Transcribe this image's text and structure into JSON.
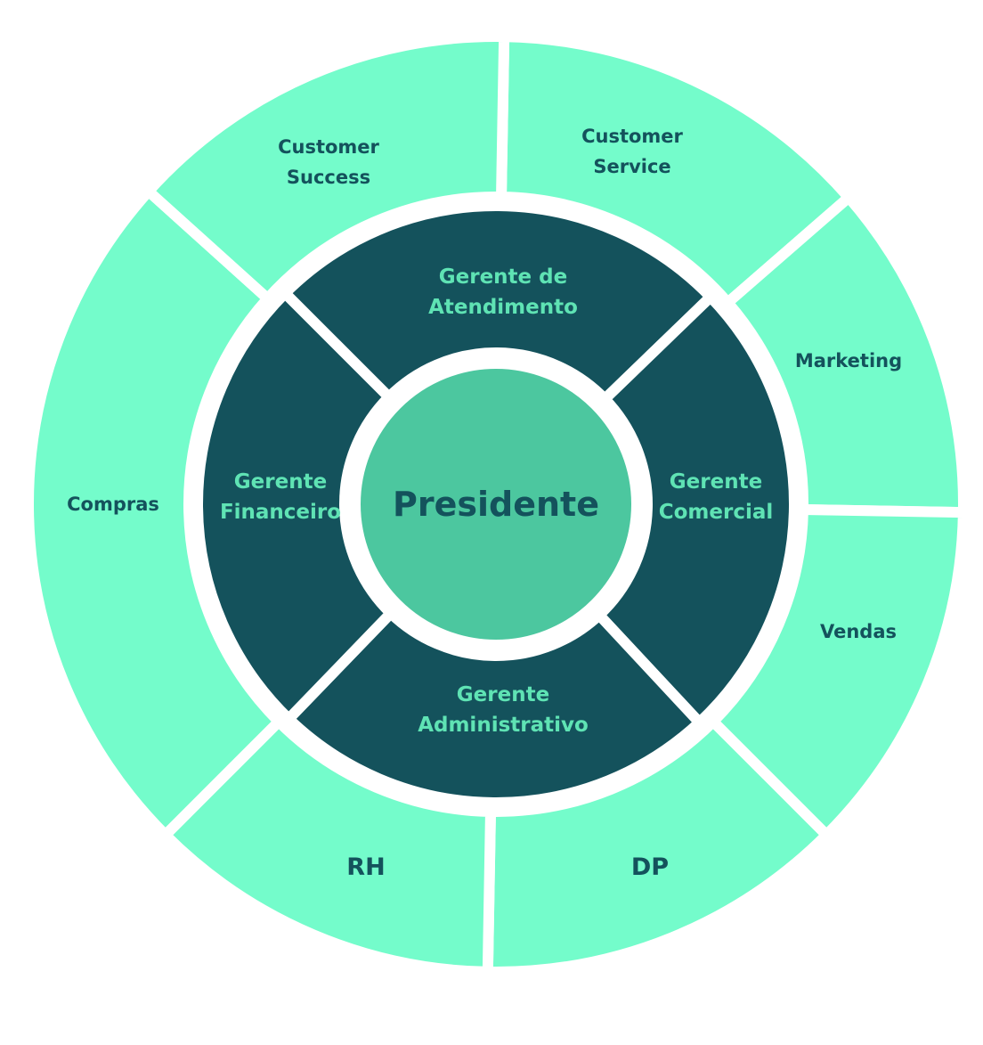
{
  "colors": {
    "outer_ring": "#74FCCB",
    "inner_ring": "#14525C",
    "center": "#4CC79F",
    "gap": "#FFFFFF",
    "outer_text": "#14525C",
    "inner_text": "#5FE3B4",
    "center_text": "#14525C"
  },
  "center": {
    "label": "Presidente"
  },
  "managers": [
    {
      "id": "atendimento",
      "lines": [
        "Gerente de",
        "Atendimento"
      ]
    },
    {
      "id": "comercial",
      "lines": [
        "Gerente",
        "Comercial"
      ]
    },
    {
      "id": "administrativo",
      "lines": [
        "Gerente",
        "Administrativo"
      ]
    },
    {
      "id": "financeiro",
      "lines": [
        "Gerente",
        "Financeiro"
      ]
    }
  ],
  "departments": [
    {
      "id": "customer-service",
      "lines": [
        "Customer",
        "Service"
      ]
    },
    {
      "id": "marketing",
      "lines": [
        "Marketing"
      ]
    },
    {
      "id": "vendas",
      "lines": [
        "Vendas"
      ]
    },
    {
      "id": "dp",
      "lines": [
        "DP"
      ]
    },
    {
      "id": "rh",
      "lines": [
        "RH"
      ]
    },
    {
      "id": "compras",
      "lines": [
        "Compras"
      ]
    },
    {
      "id": "customer-success",
      "lines": [
        "Customer",
        "Success"
      ]
    }
  ]
}
